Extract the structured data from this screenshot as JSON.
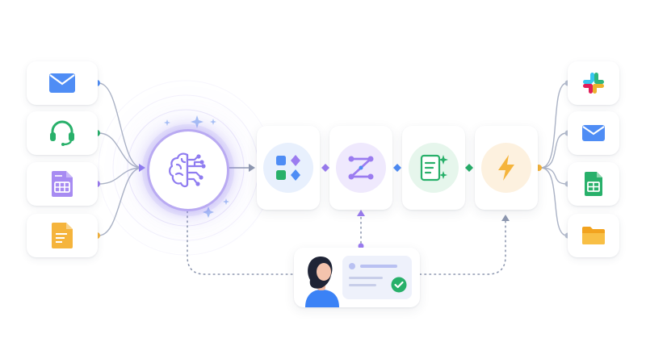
{
  "diagram": {
    "inputs": [
      {
        "id": "email",
        "icon": "envelope-icon",
        "color": "#4f8df5"
      },
      {
        "id": "support",
        "icon": "headset-icon",
        "color": "#28b06a"
      },
      {
        "id": "form",
        "icon": "form-document-icon",
        "color": "#9b7cf0"
      },
      {
        "id": "document",
        "icon": "text-document-icon",
        "color": "#f5b43c"
      }
    ],
    "hub": {
      "icon": "ai-brain-icon",
      "color": "#8f7cf0"
    },
    "stages": [
      {
        "id": "organize",
        "icon": "shapes-grid-icon",
        "color": "#4f8df5"
      },
      {
        "id": "route",
        "icon": "workflow-path-icon",
        "color": "#9b7cf0"
      },
      {
        "id": "generate",
        "icon": "sparkle-document-icon",
        "color": "#28b06a"
      },
      {
        "id": "action",
        "icon": "lightning-bolt-icon",
        "color": "#f5b43c"
      }
    ],
    "outputs": [
      {
        "id": "slack",
        "icon": "slack-logo-icon"
      },
      {
        "id": "email",
        "icon": "envelope-icon",
        "color": "#4f8df5"
      },
      {
        "id": "sheets",
        "icon": "spreadsheet-icon",
        "color": "#28b06a"
      },
      {
        "id": "folder",
        "icon": "folder-icon",
        "color": "#f5b43c"
      }
    ],
    "review": {
      "icon": "approval-check-icon",
      "color": "#28b06a",
      "avatar": "person-avatar"
    }
  }
}
